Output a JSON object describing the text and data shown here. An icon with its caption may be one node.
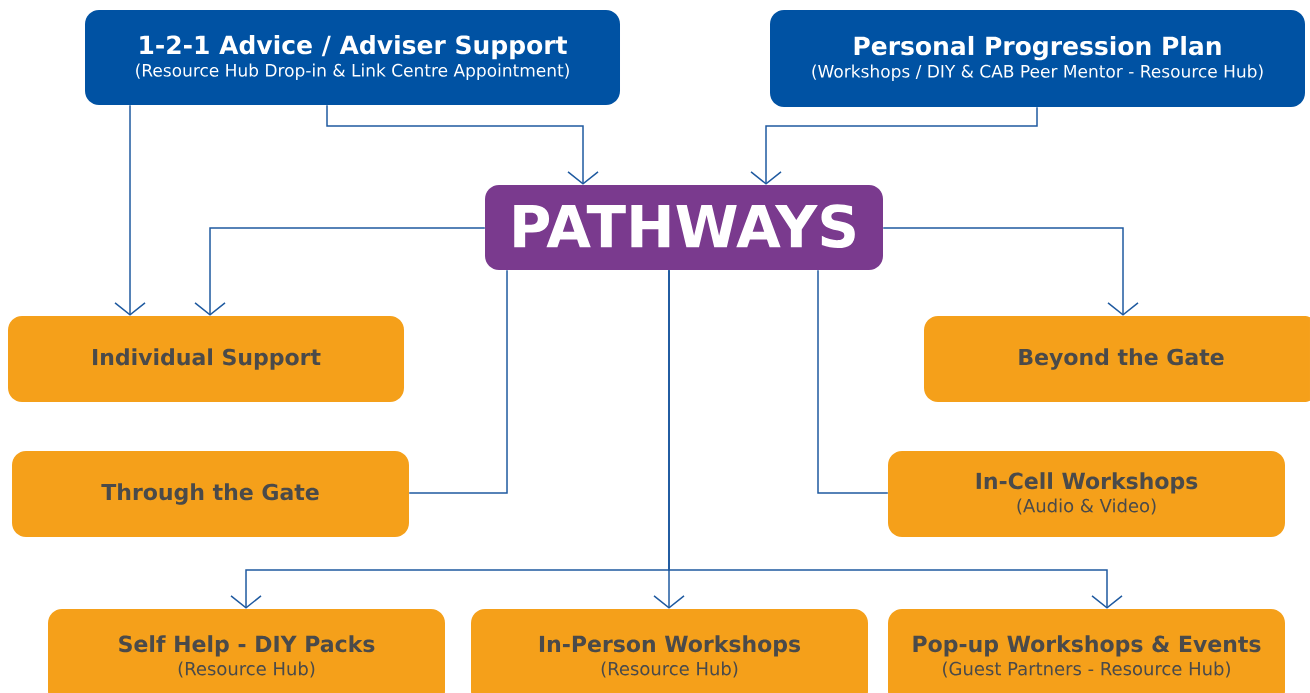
{
  "diagram": {
    "nodes": [
      {
        "text": [
          "1-2-1 Advice / Adviser Support",
          "(Resource Hub Drop-in & Link Centre Appointment)"
        ]
      },
      {
        "text": [
          "Personal Progression Plan",
          "(Workshops / DIY & CAB Peer Mentor - Resource Hub)"
        ]
      },
      {
        "text": [
          "PATHWAYS"
        ]
      },
      {
        "text": [
          "Individual Support"
        ]
      },
      {
        "text": [
          "Beyond the Gate"
        ]
      },
      {
        "text": [
          "Through the Gate"
        ]
      },
      {
        "text": [
          "In-Cell Workshops",
          "(Audio & Video)"
        ]
      },
      {
        "text": [
          "Self Help - DIY Packs",
          "(Resource Hub)"
        ]
      },
      {
        "text": [
          "In-Person Workshops",
          "(Resource Hub)"
        ]
      },
      {
        "text": [
          "Pop-up Workshops & Events",
          "(Guest Partners - Resource Hub)"
        ]
      }
    ],
    "edges": [
      {
        "from": 0,
        "to": 3,
        "arrow": "to"
      },
      {
        "from": 0,
        "to": 2,
        "arrow": "to"
      },
      {
        "from": 1,
        "to": 2,
        "arrow": "to"
      },
      {
        "from": 2,
        "to": 3,
        "arrow": "to"
      },
      {
        "from": 2,
        "to": 4,
        "arrow": "to"
      },
      {
        "from": 2,
        "to": 5,
        "arrow": "none"
      },
      {
        "from": 2,
        "to": 6,
        "arrow": "none"
      },
      {
        "from": 2,
        "to": 7,
        "arrow": "to"
      },
      {
        "from": 2,
        "to": 8,
        "arrow": "to"
      },
      {
        "from": 2,
        "to": 9,
        "arrow": "to"
      }
    ]
  }
}
